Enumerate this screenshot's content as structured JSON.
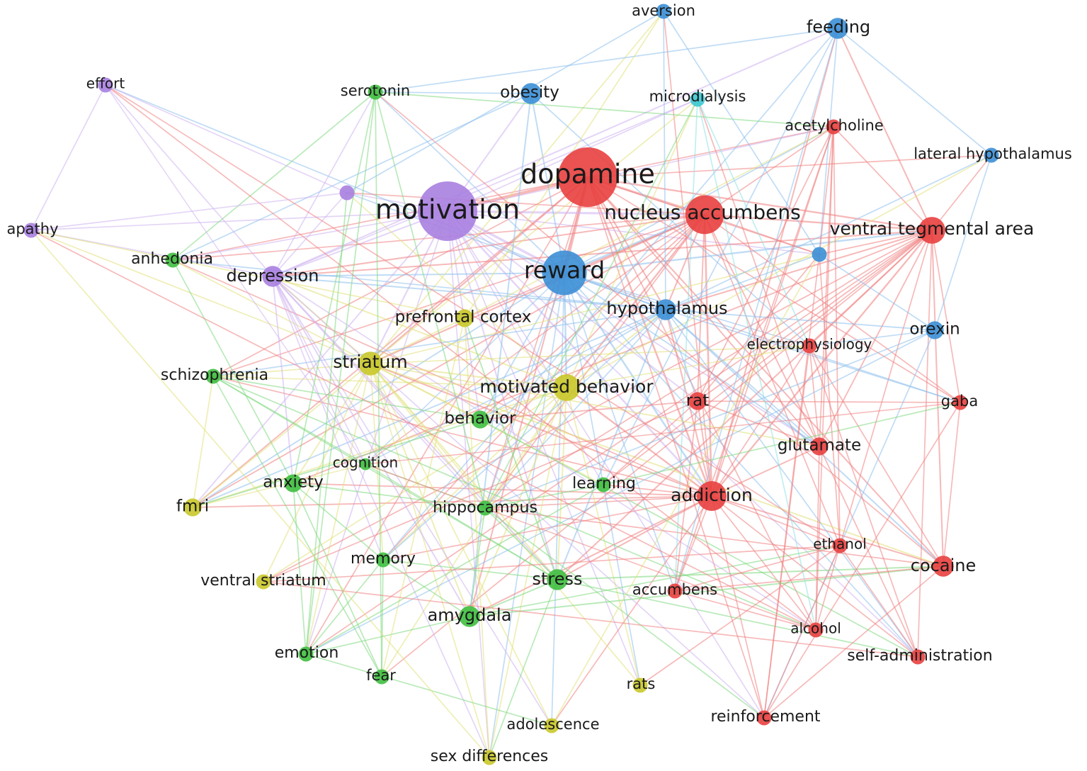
{
  "clusters": {
    "red": {
      "color": "#e8403f",
      "edge_color": "#f08080"
    },
    "green": {
      "color": "#3fbf3f",
      "edge_color": "#7fd87f"
    },
    "blue": {
      "color": "#3b8fd6",
      "edge_color": "#8cc0ec"
    },
    "yellow": {
      "color": "#c9c82a",
      "edge_color": "#e1e07a"
    },
    "purple": {
      "color": "#a97fe0",
      "edge_color": "#cdb3f0"
    },
    "cyan": {
      "color": "#3dc8d0",
      "edge_color": "#8de0e4"
    }
  },
  "nodes": [
    {
      "id": "dopamine",
      "label": "dopamine",
      "cluster": "red",
      "weight": 10
    },
    {
      "id": "motivation",
      "label": "motivation",
      "cluster": "purple",
      "weight": 10
    },
    {
      "id": "reward",
      "label": "reward",
      "cluster": "blue",
      "weight": 7.5
    },
    {
      "id": "nucleus_accumbens",
      "label": "nucleus accumbens",
      "cluster": "red",
      "weight": 6.5
    },
    {
      "id": "ventral_tegmental_area",
      "label": "ventral tegmental area",
      "cluster": "red",
      "weight": 4.5
    },
    {
      "id": "addiction",
      "label": "addiction",
      "cluster": "red",
      "weight": 5
    },
    {
      "id": "motivated_behavior",
      "label": "motivated behavior",
      "cluster": "yellow",
      "weight": 4.5
    },
    {
      "id": "striatum",
      "label": "striatum",
      "cluster": "yellow",
      "weight": 4
    },
    {
      "id": "hypothalamus",
      "label": "hypothalamus",
      "cluster": "blue",
      "weight": 3.5
    },
    {
      "id": "depression",
      "label": "depression",
      "cluster": "purple",
      "weight": 3.5
    },
    {
      "id": "feeding",
      "label": "feeding",
      "cluster": "blue",
      "weight": 3.5
    },
    {
      "id": "obesity",
      "label": "obesity",
      "cluster": "blue",
      "weight": 3.5
    },
    {
      "id": "stress",
      "label": "stress",
      "cluster": "green",
      "weight": 3.5
    },
    {
      "id": "amygdala",
      "label": "amygdala",
      "cluster": "green",
      "weight": 3.5
    },
    {
      "id": "cocaine",
      "label": "cocaine",
      "cluster": "red",
      "weight": 3.5
    },
    {
      "id": "glutamate",
      "label": "glutamate",
      "cluster": "red",
      "weight": 3
    },
    {
      "id": "rat",
      "label": "rat",
      "cluster": "red",
      "weight": 3
    },
    {
      "id": "orexin",
      "label": "orexin",
      "cluster": "blue",
      "weight": 3
    },
    {
      "id": "behavior",
      "label": "behavior",
      "cluster": "green",
      "weight": 3
    },
    {
      "id": "anxiety",
      "label": "anxiety",
      "cluster": "green",
      "weight": 3
    },
    {
      "id": "fmri",
      "label": "fmri",
      "cluster": "yellow",
      "weight": 3
    },
    {
      "id": "prefrontal_cortex",
      "label": "prefrontal cortex",
      "cluster": "yellow",
      "weight": 3
    },
    {
      "id": "hippocampus",
      "label": "hippocampus",
      "cluster": "green",
      "weight": 2.5
    },
    {
      "id": "learning",
      "label": "learning",
      "cluster": "green",
      "weight": 2.5
    },
    {
      "id": "memory",
      "label": "memory",
      "cluster": "green",
      "weight": 2.5
    },
    {
      "id": "schizophrenia",
      "label": "schizophrenia",
      "cluster": "green",
      "weight": 2.5
    },
    {
      "id": "anhedonia",
      "label": "anhedonia",
      "cluster": "green",
      "weight": 2.5
    },
    {
      "id": "serotonin",
      "label": "serotonin",
      "cluster": "green",
      "weight": 2.5
    },
    {
      "id": "aversion",
      "label": "aversion",
      "cluster": "blue",
      "weight": 2.5
    },
    {
      "id": "microdialysis",
      "label": "microdialysis",
      "cluster": "cyan",
      "weight": 2.5
    },
    {
      "id": "acetylcholine",
      "label": "acetylcholine",
      "cluster": "red",
      "weight": 2.5
    },
    {
      "id": "lateral_hypothalamus",
      "label": "lateral hypothalamus",
      "cluster": "blue",
      "weight": 2.5
    },
    {
      "id": "electrophysiology",
      "label": "electrophysiology",
      "cluster": "red",
      "weight": 2.5
    },
    {
      "id": "gaba",
      "label": "gaba",
      "cluster": "red",
      "weight": 2.5
    },
    {
      "id": "ethanol",
      "label": "ethanol",
      "cluster": "red",
      "weight": 2.5
    },
    {
      "id": "accumbens",
      "label": "accumbens",
      "cluster": "red",
      "weight": 2.5
    },
    {
      "id": "alcohol",
      "label": "alcohol",
      "cluster": "red",
      "weight": 2.5
    },
    {
      "id": "self_administration",
      "label": "self-administration",
      "cluster": "red",
      "weight": 2.5
    },
    {
      "id": "reinforcement",
      "label": "reinforcement",
      "cluster": "red",
      "weight": 2.5
    },
    {
      "id": "cognition",
      "label": "cognition",
      "cluster": "green",
      "weight": 2
    },
    {
      "id": "ventral_striatum",
      "label": "ventral striatum",
      "cluster": "yellow",
      "weight": 2.5
    },
    {
      "id": "emotion",
      "label": "emotion",
      "cluster": "green",
      "weight": 2.5
    },
    {
      "id": "fear",
      "label": "fear",
      "cluster": "green",
      "weight": 2.5
    },
    {
      "id": "rats",
      "label": "rats",
      "cluster": "yellow",
      "weight": 2.5
    },
    {
      "id": "adolescence",
      "label": "adolescence",
      "cluster": "yellow",
      "weight": 2.5
    },
    {
      "id": "sex_differences",
      "label": "sex differences",
      "cluster": "yellow",
      "weight": 2.5
    },
    {
      "id": "effort",
      "label": "effort",
      "cluster": "purple",
      "weight": 2.5
    },
    {
      "id": "apathy",
      "label": "apathy",
      "cluster": "purple",
      "weight": 2.5
    },
    {
      "id": "purple_unlabeled",
      "label": "",
      "cluster": "purple",
      "weight": 2.5
    },
    {
      "id": "blue_unlabeled",
      "label": "",
      "cluster": "blue",
      "weight": 2.5
    }
  ]
}
